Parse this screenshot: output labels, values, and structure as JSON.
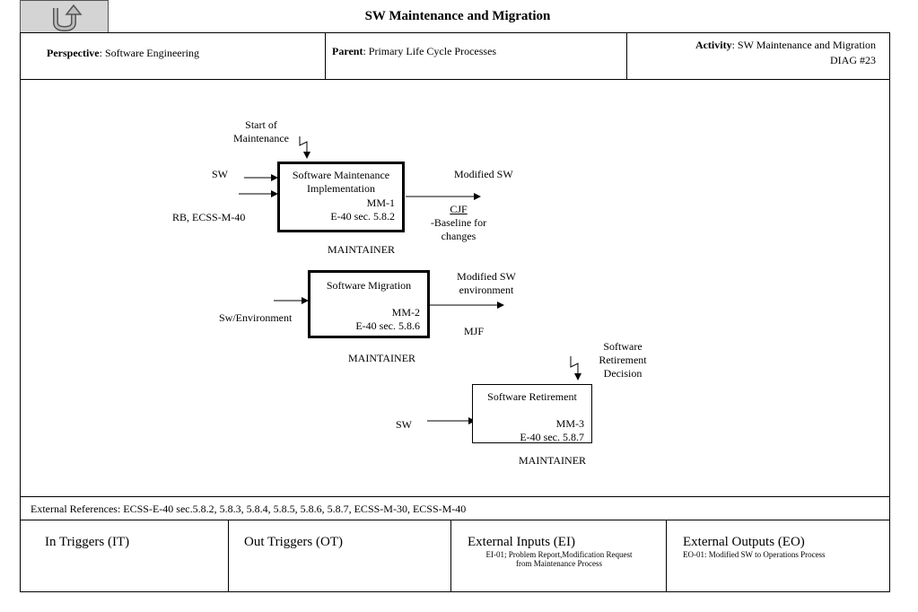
{
  "header": {
    "title": "SW Maintenance and Migration",
    "perspective_label": "Perspective",
    "perspective_value": ": Software Engineering",
    "parent_label": "Parent",
    "parent_value": ": Primary Life Cycle Processes",
    "activity_label": "Activity",
    "activity_value": ": SW Maintenance and  Migration",
    "diag": "DIAG #23"
  },
  "nav": {
    "up_icon": "u-turn-up-icon"
  },
  "diagram": {
    "mm1": {
      "title_line1": "Software Maintenance",
      "title_line2": "Implementation",
      "code": "MM-1",
      "ref": "E-40 sec. 5.8.2",
      "actor": "MAINTAINER",
      "trigger_line1": "Start of",
      "trigger_line2": "Maintenance",
      "input1": "SW",
      "input2": "RB, ECSS-M-40",
      "output": "Modified SW",
      "output_link": "CJF",
      "output_note_line1": "-Baseline for",
      "output_note_line2": "changes"
    },
    "mm2": {
      "title": "Software Migration",
      "code": "MM-2",
      "ref": "E-40 sec. 5.8.6",
      "actor": "MAINTAINER",
      "input": "Sw/Environment",
      "output_line1": "Modified SW",
      "output_line2": "environment",
      "output_note": "MJF"
    },
    "mm3": {
      "title": "Software Retirement",
      "code": "MM-3",
      "ref": "E-40 sec. 5.8.7",
      "actor": "MAINTAINER",
      "trigger_line1": "Software",
      "trigger_line2": "Retirement",
      "trigger_line3": "Decision",
      "input": "SW"
    }
  },
  "footer": {
    "external_references": "External References: ECSS-E-40 sec.5.8.2, 5.8.3, 5.8.4, 5.8.5, 5.8.6, 5.8.7, ECSS-M-30, ECSS-M-40",
    "in_triggers": "In Triggers (IT)",
    "out_triggers": "Out Triggers (OT)",
    "external_inputs": "External Inputs (EI)",
    "external_inputs_detail_line1": "EI-01; Problem Report,Modification Request",
    "external_inputs_detail_line2": "from Maintenance Process",
    "external_outputs": "External Outputs (EO)",
    "external_outputs_detail": "EO-01: Modified SW to Operations Process"
  }
}
